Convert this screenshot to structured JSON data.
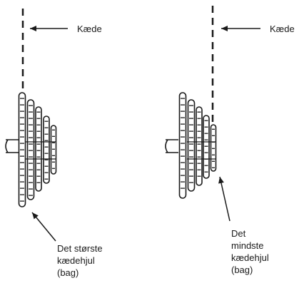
{
  "left_figure": {
    "chain_label": "Kæde",
    "sprocket_label_lines": [
      "Det største",
      "kædehjul",
      "(bag)"
    ]
  },
  "right_figure": {
    "chain_label": "Kæde",
    "sprocket_label_lines": [
      "Det",
      "mindste",
      "kædehjul",
      "(bag)"
    ]
  },
  "colors": {
    "ink": "#1a1a1a",
    "background": "#ffffff"
  }
}
